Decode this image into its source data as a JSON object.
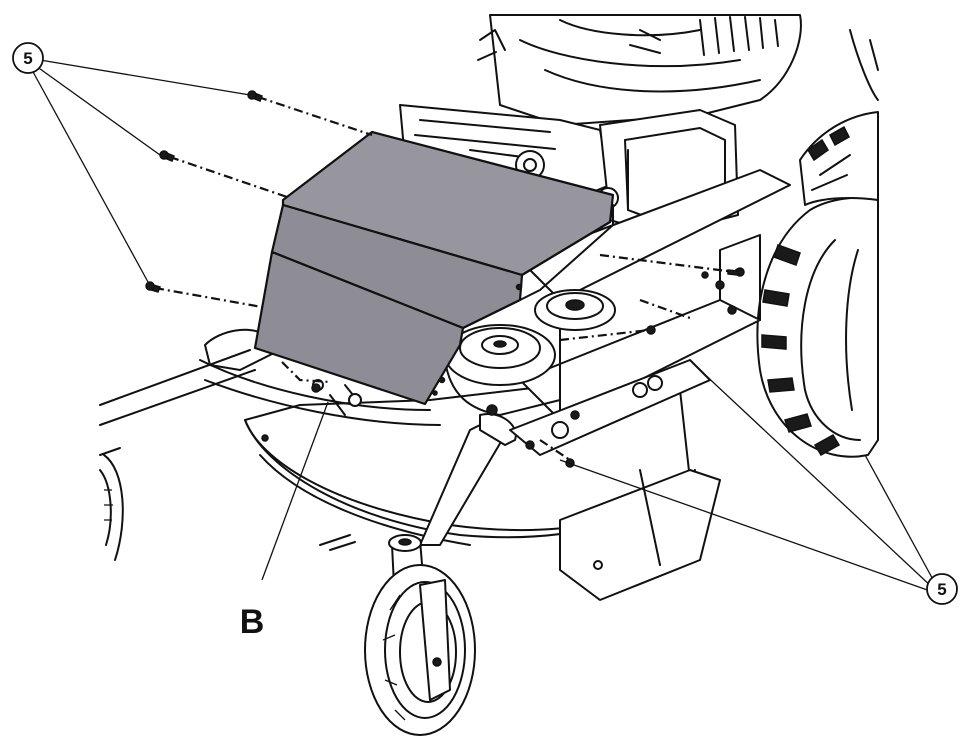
{
  "callouts": {
    "screws_top_left": "5",
    "screws_bottom_right": "5",
    "cover": "B"
  },
  "colors": {
    "line": "#111111",
    "cover_fill": "#8e8d95",
    "background": "#ffffff"
  }
}
